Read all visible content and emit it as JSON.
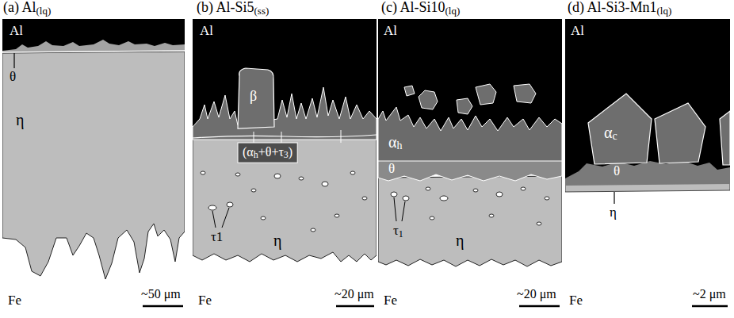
{
  "diagram": {
    "labels": [
      "(a) Al",
      "(lq)",
      "Al",
      "θ",
      "η",
      "Fe",
      "~50 μm",
      "(b) Al-Si5",
      "(ss)",
      "Al",
      "β",
      "(α",
      "h",
      "+θ+τ",
      "3",
      ")",
      "τ1",
      "η",
      "Fe",
      "~20 μm",
      "(c) Al-Si10",
      "(lq)",
      "Al",
      "α",
      "h",
      "θ",
      "τ",
      "1",
      "η",
      "Fe",
      "~20 μm",
      "(d) Al-Si3-Mn1",
      "(lq)",
      "Al",
      "α",
      "c",
      "θ",
      "η",
      "Fe",
      "~2 μm"
    ]
  }
}
